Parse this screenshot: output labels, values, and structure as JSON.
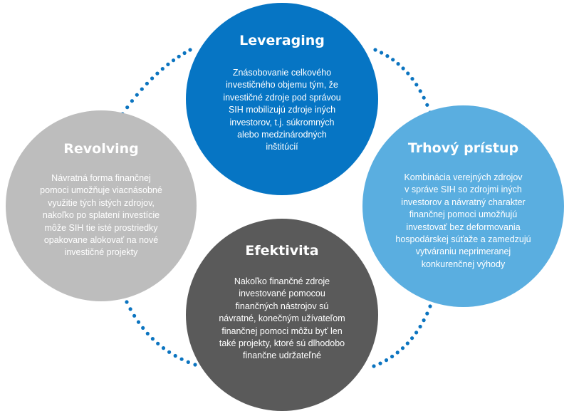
{
  "colors": {
    "revolving": "#bdbdbd",
    "leveraging": "#0675c4",
    "trhovy": "#5aaee0",
    "efektivita": "#5a5a5a",
    "dots": "#0b74c0"
  },
  "circles": {
    "revolving": {
      "title": "Revolving",
      "lines": [
        "Návratná forma finančnej",
        "pomoci umožňuje viacnásobné",
        "využitie tých istých zdrojov,",
        "nakoľko po splatení investície",
        "môže SIH tie isté prostriedky",
        "opakovane alokovať na nové",
        "investičné projekty"
      ]
    },
    "leveraging": {
      "title": "Leveraging",
      "lines": [
        "Znásobovanie celkového",
        "investičného objemu tým, že",
        "investičné zdroje pod správou",
        "SIH mobilizujú zdroje iných",
        "investorov, t.j. súkromných",
        "alebo medzinárodných",
        "inštitúcií"
      ]
    },
    "trhovy": {
      "title": "Trhový prístup",
      "lines": [
        "Kombinácia verejných zdrojov",
        "v správe SIH so zdrojmi iných",
        "investorov a návratný charakter",
        "finančnej pomoci umožňujú",
        "investovať bez deformovania",
        "hospodárskej súťaže a zamedzujú",
        "vytváraniu neprimeranej",
        "konkurenčnej výhody"
      ]
    },
    "efektivita": {
      "title": "Efektivita",
      "lines": [
        "Nakoľko finančné zdroje",
        "investované pomocou",
        "finančných nástrojov sú",
        "návratné, konečným užívateľom",
        "finančnej pomoci môžu byť len",
        "také projekty, ktoré sú dlhodobo",
        "finančne udržateľné"
      ]
    }
  }
}
